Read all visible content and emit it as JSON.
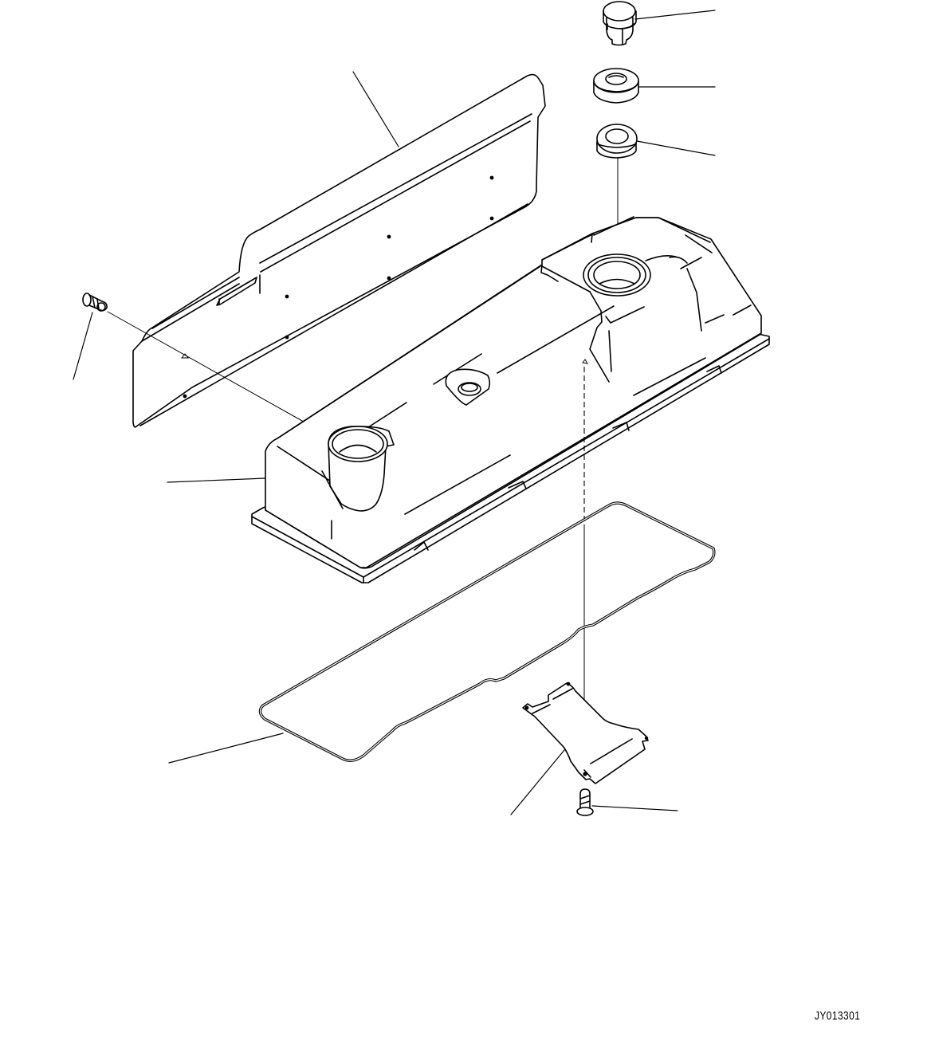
{
  "diagram": {
    "type": "exploded-parts-view",
    "subject": "engine head cover assembly",
    "drawing_code": "JY013301",
    "background_color": "#ffffff",
    "line_color": "#000000",
    "parts": [
      {
        "id": "bolt-top",
        "description": "hex bolt (cap)",
        "leader_end": [
          897,
          13
        ]
      },
      {
        "id": "washer-upper",
        "description": "rubber seal washer",
        "leader_end": [
          897,
          110
        ]
      },
      {
        "id": "washer-lower",
        "description": "rubber grommet",
        "leader_end": [
          897,
          195
        ]
      },
      {
        "id": "heat-shield",
        "description": "insulator plate / cover",
        "leader_end": [
          443,
          90
        ]
      },
      {
        "id": "bolt-left",
        "description": "bolt with washer",
        "leader_end": [
          92,
          476
        ]
      },
      {
        "id": "head-cover",
        "description": "cylinder head cover",
        "leader_end": [
          210,
          605
        ]
      },
      {
        "id": "gasket",
        "description": "head cover gasket",
        "leader_end": [
          212,
          957
        ]
      },
      {
        "id": "bracket",
        "description": "bracket plate",
        "leader_end": [
          641,
          1022
        ]
      },
      {
        "id": "bolt-bottom",
        "description": "bolt",
        "leader_end": [
          850,
          1017
        ]
      }
    ]
  }
}
